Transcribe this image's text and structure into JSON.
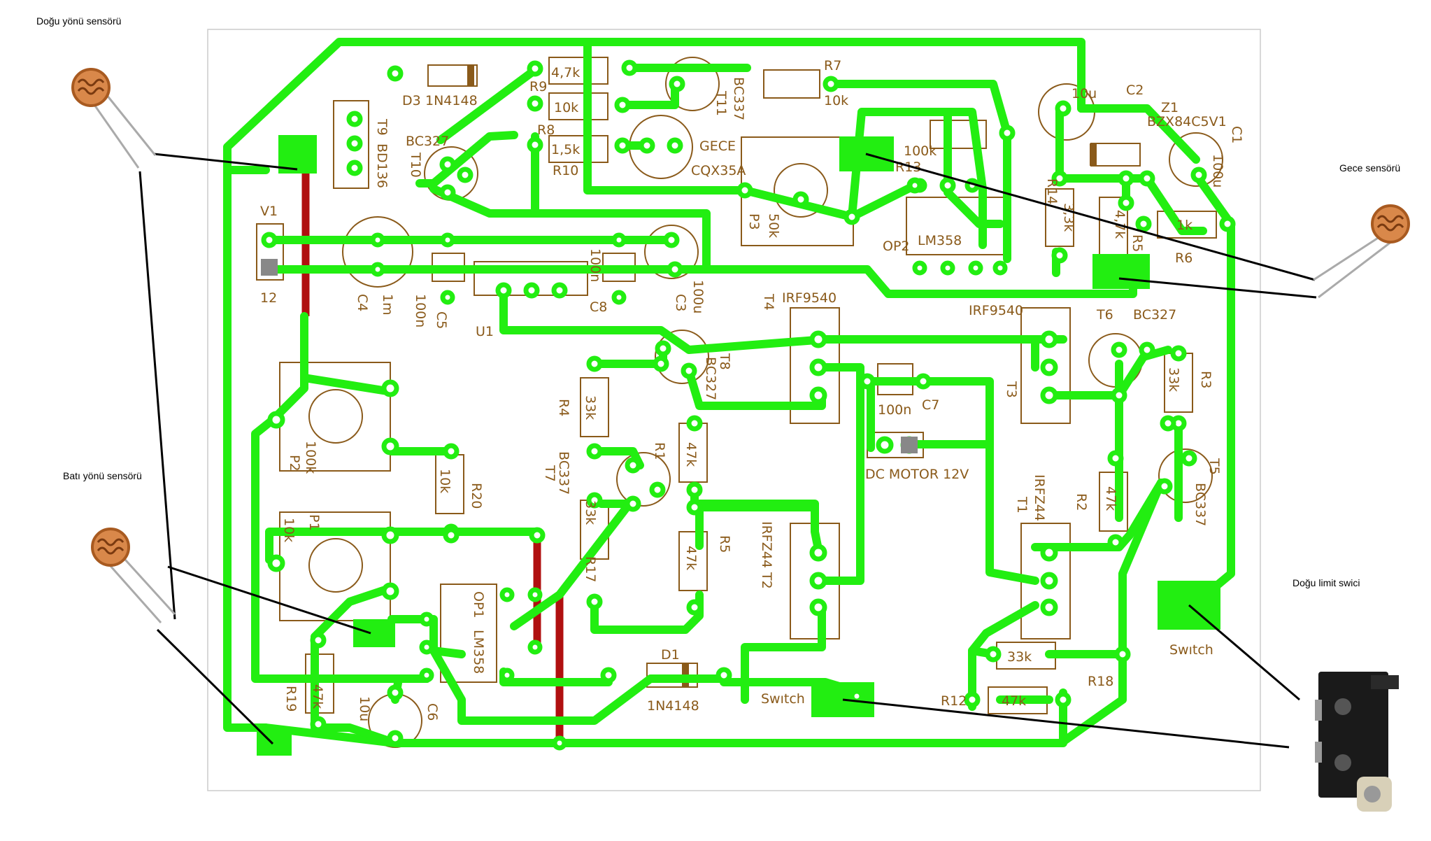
{
  "annotations": {
    "dogu_sensor": "Doğu yönü sensörü",
    "bati_sensor": "Batı yönü sensörü",
    "gece_sensor": "Gece sensörü",
    "dogu_limit": "Doğu limit swici"
  },
  "silkscreen": {
    "d3": "D3",
    "d3_type": "1N4148",
    "t9": "T9",
    "t9_type": "BD136",
    "t10": "T10",
    "t10_type": "BC327",
    "r9": "R9",
    "r9_val": "10k",
    "r8": "R8",
    "r8_val": "1,5k",
    "r10": "R10",
    "r10_val": "4,7k",
    "t11": "T11",
    "t11_type": "BC337",
    "gece": "GECE",
    "cqx": "CQX35A",
    "p3": "P3",
    "p3_val": "50k",
    "r7": "R7",
    "r7_val": "10k",
    "c2": "C2",
    "c2_val": "10u",
    "z1": "Z1",
    "z1_type": "BZX84C5V1",
    "c1": "C1",
    "c1_val": "100u",
    "r14": "R14",
    "r14_val": "3,3k",
    "r13": "R13",
    "r13_val": "100k",
    "r5t": "R5",
    "r5t_val": "4,7k",
    "r6": "R6",
    "r6_val": "1k",
    "op2": "OP2",
    "op2_type": "LM358",
    "v1": "V1",
    "v1_val": "12",
    "c4": "C4",
    "c4_val": "1m",
    "c5": "C5",
    "c5_val": "100n",
    "u1": "U1",
    "c8": "C8",
    "c8_val": "100n",
    "c3": "C3",
    "c3_val": "100u",
    "t4": "T4",
    "t4_type": "IRF9540",
    "t3": "T3",
    "t3_type": "IRF9540",
    "t6": "T6",
    "t6_type": "BC327",
    "r3": "R3",
    "r3_val": "33k",
    "t8": "T8",
    "t8_type": "BC327",
    "r4": "R4",
    "r4_val": "33k",
    "c7": "C7",
    "c7_val": "100n",
    "p2": "P2",
    "p2_val": "100k",
    "r20": "R20",
    "r20_val": "10k",
    "t7": "T7",
    "t7_type": "BC337",
    "r1": "R1",
    "r1_val": "47k",
    "motor": "DC MOTOR 12V",
    "r17": "R17",
    "r17_val": "33k",
    "r5": "R5",
    "r5_val": "47k",
    "t2": "T2",
    "t2_type": "IRFZ44",
    "t1": "T1",
    "t1_type": "IRFZ44",
    "r2": "R2",
    "r2_val": "47k",
    "t5": "T5",
    "t5_type": "BC337",
    "p1": "P1",
    "p1_val": "10k",
    "op1": "OP1",
    "op1_type": "LM358",
    "r19": "R19",
    "r19_val": "47k",
    "c6": "C6",
    "c6_val": "10u",
    "d1": "D1",
    "d1_type": "1N4148",
    "switch1": "Swıtch",
    "switch2": "Swıtch",
    "r18": "R18",
    "r18_val": "33k",
    "r12": "R12",
    "r12_val": "47k"
  }
}
